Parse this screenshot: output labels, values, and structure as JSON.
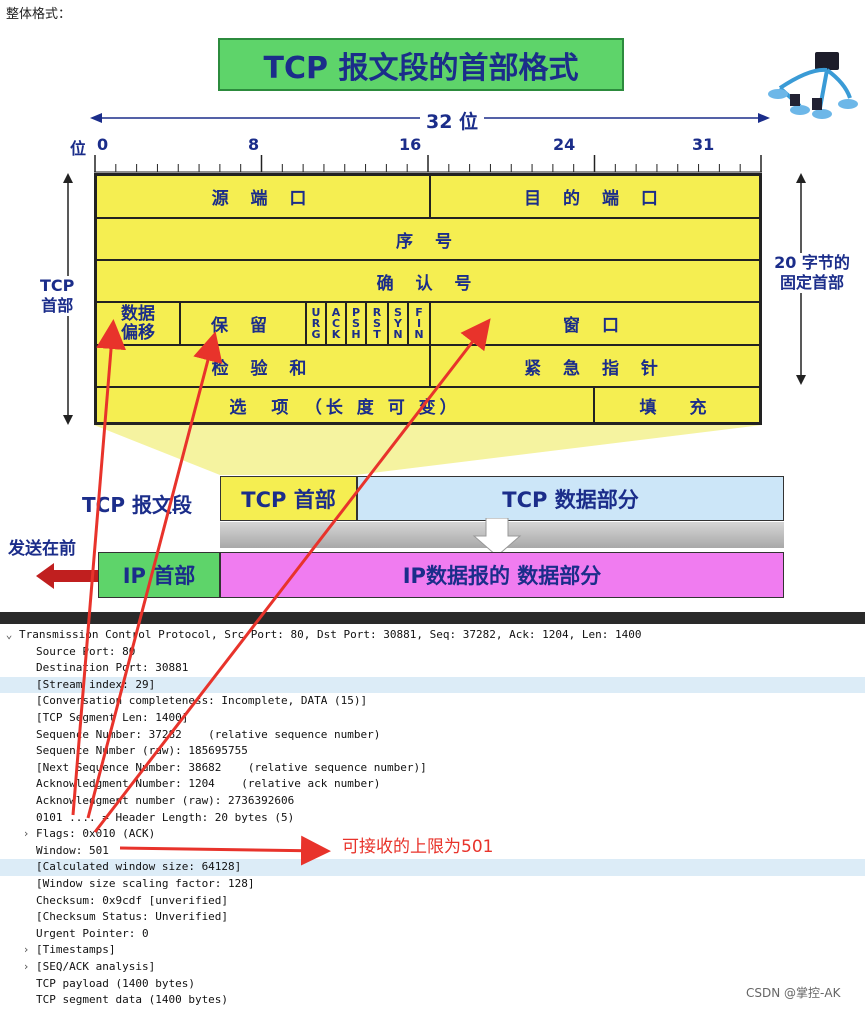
{
  "intro_label": "整体格式：",
  "diagram": {
    "title": "TCP 报文段的首部格式",
    "width_label": "32 位",
    "bit_axis_label": "位",
    "bit_marks": [
      "0",
      "8",
      "16",
      "24",
      "31"
    ],
    "left_label_lines": [
      "TCP",
      "首部"
    ],
    "right_label_lines": [
      "20 字节的",
      "固定首部"
    ],
    "fields": {
      "src_port": "源 端 口",
      "dst_port": "目 的 端 口",
      "seq": "序 号",
      "ack": "确 认 号",
      "offset_lines": [
        "数据",
        "偏移"
      ],
      "reserved": "保 留",
      "flags": [
        [
          "U",
          "R",
          "G"
        ],
        [
          "A",
          "C",
          "K"
        ],
        [
          "P",
          "S",
          "H"
        ],
        [
          "R",
          "S",
          "T"
        ],
        [
          "S",
          "Y",
          "N"
        ],
        [
          "F",
          "I",
          "N"
        ]
      ],
      "window": "窗 口",
      "checksum": "检 验 和",
      "urgent": "紧 急 指 针",
      "options": "选　项　（长 度 可 变）",
      "padding": "填　充"
    },
    "segment_label": "TCP 报文段",
    "tcp_header": "TCP 首部",
    "tcp_data": "TCP 数据部分",
    "send_label": "发送在前",
    "ip_header": "IP 首部",
    "ip_data": "IP数据报的 数据部分",
    "colors": {
      "yellow": "#f5ee51",
      "blue_text": "#1b2d8a",
      "green": "#5ed46a",
      "light_blue": "#cce6f8",
      "magenta": "#f07cf0",
      "arrow_red": "#e8332b"
    }
  },
  "packet_rows": [
    {
      "caret": "v",
      "text": "Transmission Control Protocol, Src Port: 80, Dst Port: 30881, Seq: 37282, Ack: 1204, Len: 1400",
      "indent": 0,
      "hl": false
    },
    {
      "caret": "",
      "text": "Source Port: 80",
      "indent": 1,
      "hl": false
    },
    {
      "caret": "",
      "text": "Destination Port: 30881",
      "indent": 1,
      "hl": false
    },
    {
      "caret": "",
      "text": "[Stream index: 29]",
      "indent": 1,
      "hl": true
    },
    {
      "caret": "",
      "text": "[Conversation completeness: Incomplete, DATA (15)]",
      "indent": 1,
      "hl": false
    },
    {
      "caret": "",
      "text": "[TCP Segment Len: 1400]",
      "indent": 1,
      "hl": false
    },
    {
      "caret": "",
      "text": "Sequence Number: 37282    (relative sequence number)",
      "indent": 1,
      "hl": false
    },
    {
      "caret": "",
      "text": "Sequence Number (raw): 185695755",
      "indent": 1,
      "hl": false
    },
    {
      "caret": "",
      "text": "[Next Sequence Number: 38682    (relative sequence number)]",
      "indent": 1,
      "hl": false
    },
    {
      "caret": "",
      "text": "Acknowledgment Number: 1204    (relative ack number)",
      "indent": 1,
      "hl": false
    },
    {
      "caret": "",
      "text": "Acknowledgment number (raw): 2736392606",
      "indent": 1,
      "hl": false
    },
    {
      "caret": "",
      "text": "0101 .... = Header Length: 20 bytes (5)",
      "indent": 1,
      "hl": false
    },
    {
      "caret": ">",
      "text": "Flags: 0x010 (ACK)",
      "indent": 1,
      "hl": false
    },
    {
      "caret": "",
      "text": "Window: 501",
      "indent": 1,
      "hl": false
    },
    {
      "caret": "",
      "text": "[Calculated window size: 64128]",
      "indent": 1,
      "hl": true
    },
    {
      "caret": "",
      "text": "[Window size scaling factor: 128]",
      "indent": 1,
      "hl": false
    },
    {
      "caret": "",
      "text": "Checksum: 0x9cdf [unverified]",
      "indent": 1,
      "hl": false
    },
    {
      "caret": "",
      "text": "[Checksum Status: Unverified]",
      "indent": 1,
      "hl": false
    },
    {
      "caret": "",
      "text": "Urgent Pointer: 0",
      "indent": 1,
      "hl": false
    },
    {
      "caret": ">",
      "text": "[Timestamps]",
      "indent": 1,
      "hl": false
    },
    {
      "caret": ">",
      "text": "[SEQ/ACK analysis]",
      "indent": 1,
      "hl": false
    },
    {
      "caret": "",
      "text": "TCP payload (1400 bytes)",
      "indent": 1,
      "hl": false
    },
    {
      "caret": "",
      "text": "TCP segment data (1400 bytes)",
      "indent": 1,
      "hl": false
    }
  ],
  "annotation": "可接收的上限为501",
  "watermark": "CSDN @掌控-AK"
}
